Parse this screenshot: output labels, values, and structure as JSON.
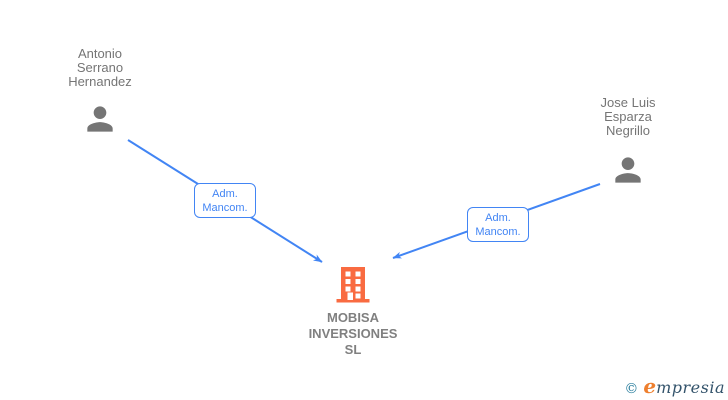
{
  "diagram": {
    "persons": [
      {
        "full_name": "Antonio Serrano Hernandez",
        "lines": [
          "Antonio",
          "Serrano",
          "Hernandez"
        ]
      },
      {
        "full_name": "Jose Luis Esparza Negrillo",
        "lines": [
          "Jose Luis",
          "Esparza",
          "Negrillo"
        ]
      }
    ],
    "company": {
      "full_name": "MOBISA INVERSIONES SL",
      "lines": [
        "MOBISA",
        "INVERSIONES",
        "SL"
      ]
    },
    "edges": [
      {
        "id": "antonio-to-mobisa",
        "label_lines": [
          "Adm.",
          "Mancom."
        ]
      },
      {
        "id": "joseluis-to-mobisa",
        "label_lines": [
          "Adm.",
          "Mancom."
        ]
      }
    ],
    "colors": {
      "edge_blue": "#4285F4",
      "person_gray": "#757575",
      "company_text_gray": "#808080",
      "building_orange": "#F96B41",
      "logo_teal": "#2b7f9e",
      "logo_orange": "#ee7f2e",
      "logo_dark": "#33536b"
    }
  },
  "watermark": {
    "copyright_symbol": "©",
    "brand_initial": "e",
    "brand_rest": "mpresia"
  }
}
